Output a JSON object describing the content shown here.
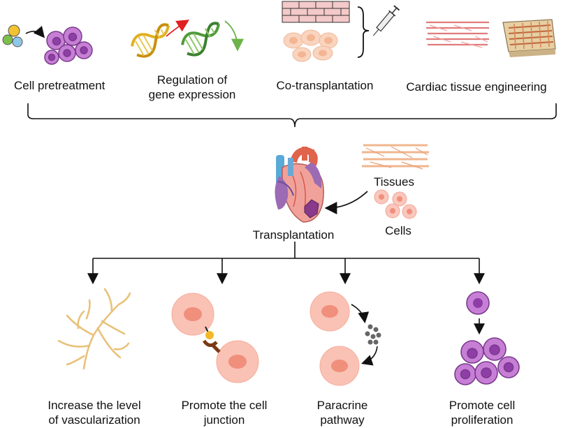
{
  "top": {
    "cell_pretreatment": "Cell pretreatment",
    "gene_regulation_1": "Regulation of",
    "gene_regulation_2": "gene expression",
    "co_transplantation": "Co-transplantation",
    "cardiac_tissue": "Cardiac tissue engineering"
  },
  "middle": {
    "tissues": "Tissues",
    "cells": "Cells",
    "transplantation": "Transplantation"
  },
  "bottom": {
    "vascularization_1": "Increase the level",
    "vascularization_2": "of vascularization",
    "junction_1": "Promote the cell",
    "junction_2": "junction",
    "paracrine_1": "Paracrine",
    "paracrine_2": "pathway",
    "proliferation_1": "Promote cell",
    "proliferation_2": "proliferation"
  },
  "colors": {
    "purple_cell": "#c77fd6",
    "purple_nucleus": "#8e3ea6",
    "pink_cell": "#f9c2b4",
    "pink_nucleus": "#f08f7c",
    "vessel": "#e8c27a",
    "line": "#111111"
  }
}
